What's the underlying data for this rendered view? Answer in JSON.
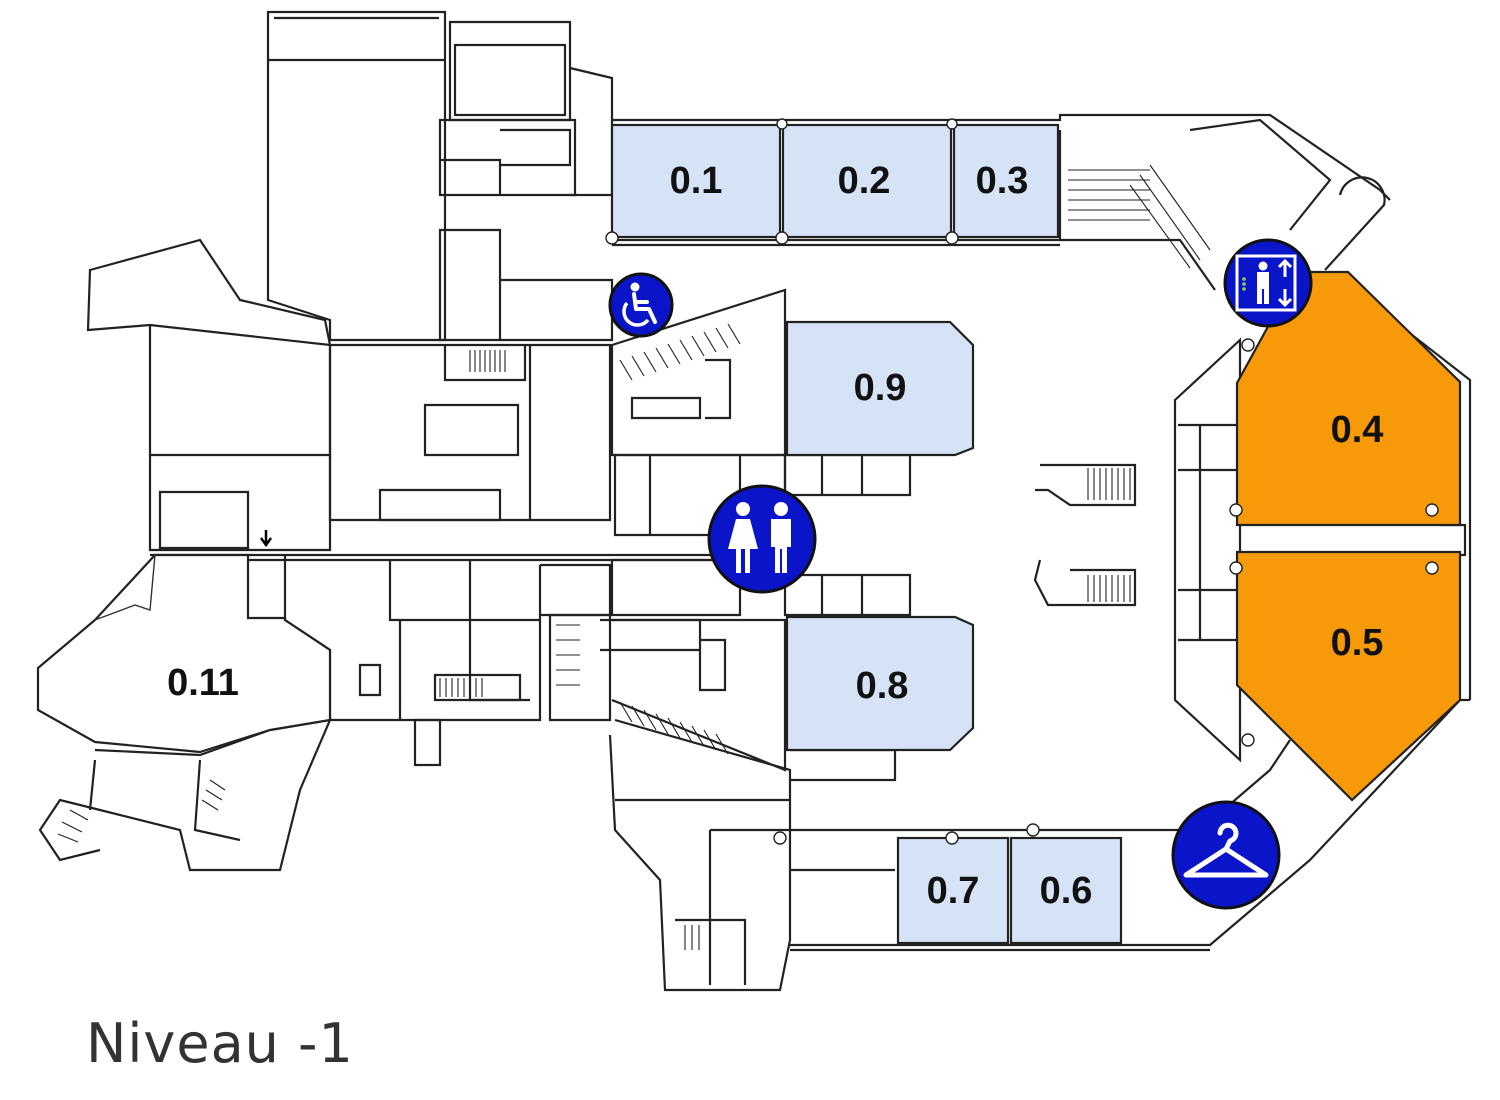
{
  "title": "Niveau -1",
  "colors": {
    "meeting_room": "#d6e3f7",
    "large_room": "#f79a0a",
    "icon_circle": "#0a14c8",
    "walls": "#222222"
  },
  "rooms": [
    {
      "id": "r01",
      "label": "0.1"
    },
    {
      "id": "r02",
      "label": "0.2"
    },
    {
      "id": "r03",
      "label": "0.3"
    },
    {
      "id": "r04",
      "label": "0.4"
    },
    {
      "id": "r05",
      "label": "0.5"
    },
    {
      "id": "r06",
      "label": "0.6"
    },
    {
      "id": "r07",
      "label": "0.7"
    },
    {
      "id": "r08",
      "label": "0.8"
    },
    {
      "id": "r09",
      "label": "0.9"
    },
    {
      "id": "r11",
      "label": "0.11"
    }
  ],
  "icons": [
    {
      "id": "wheelchair",
      "name": "wheelchair-icon"
    },
    {
      "id": "elevator",
      "name": "elevator-icon"
    },
    {
      "id": "restroom",
      "name": "restroom-icon"
    },
    {
      "id": "cloakroom",
      "name": "coat-hanger-icon"
    }
  ]
}
